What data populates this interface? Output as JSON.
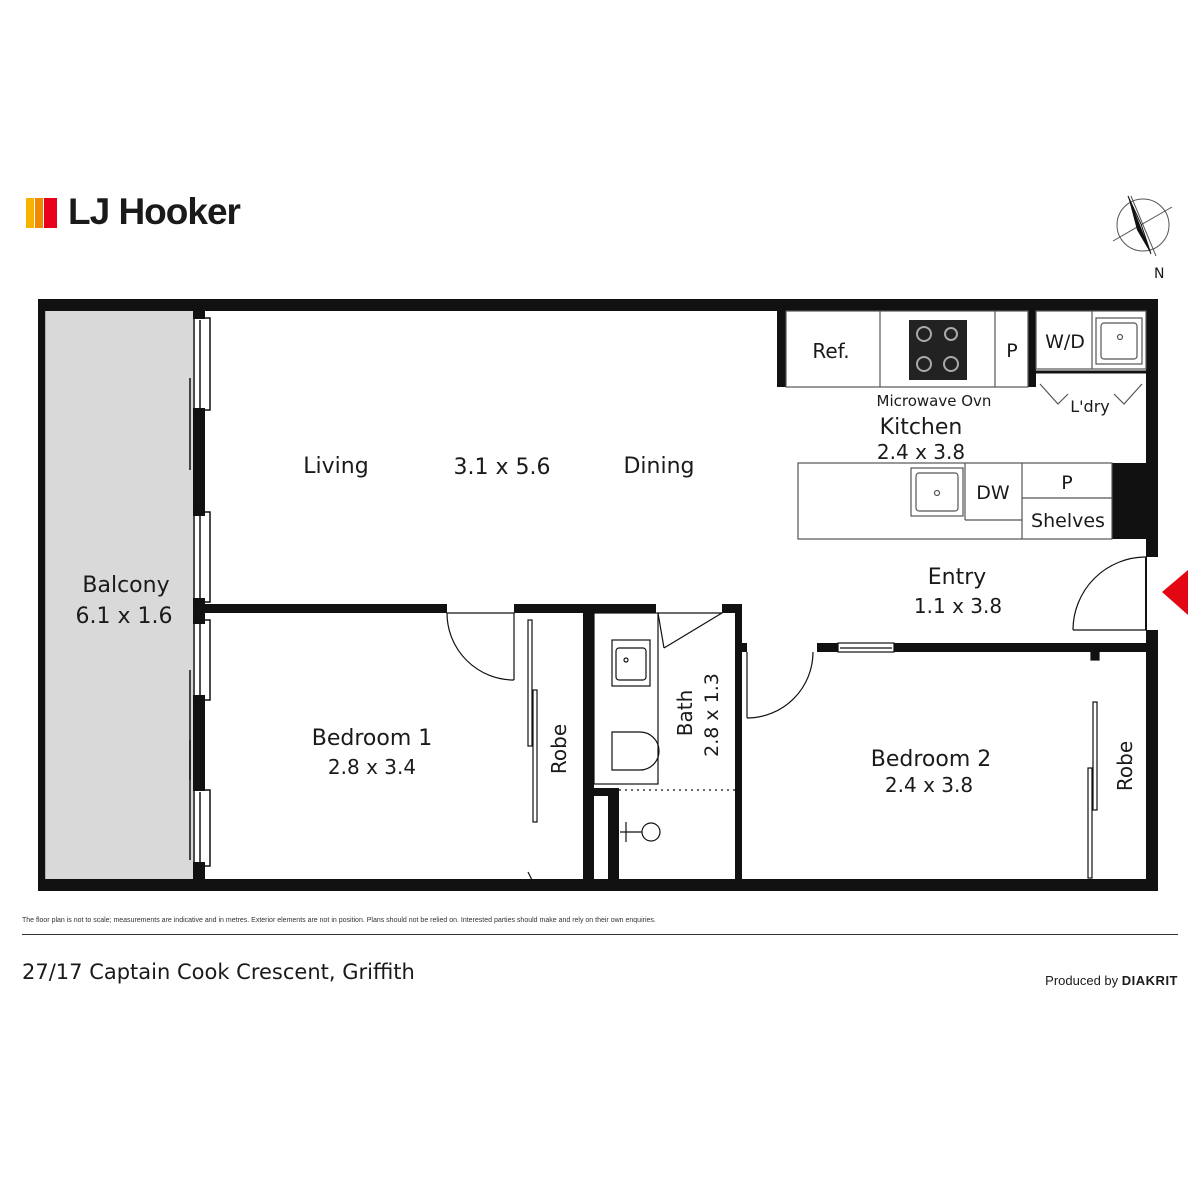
{
  "brand": {
    "name": "LJ Hooker",
    "stripe_colors": [
      "#f7b300",
      "#f08a00",
      "#e8001c"
    ]
  },
  "compass": {
    "label": "N"
  },
  "rooms": {
    "balcony": {
      "name": "Balcony",
      "dims": "6.1 x 1.6"
    },
    "living": {
      "name": "Living"
    },
    "living_dims": "3.1 x 5.6",
    "dining": {
      "name": "Dining"
    },
    "kitchen": {
      "name": "Kitchen",
      "dims": "2.4 x 3.8"
    },
    "entry": {
      "name": "Entry",
      "dims": "1.1 x 3.8"
    },
    "bedroom1": {
      "name": "Bedroom 1",
      "dims": "2.8 x 3.4"
    },
    "bedroom2": {
      "name": "Bedroom 2",
      "dims": "2.4 x 3.8"
    },
    "bath": {
      "name": "Bath",
      "dims": "2.8 x 1.3"
    },
    "robe1": "Robe",
    "robe2": "Robe",
    "laundry": "L'dry"
  },
  "fixtures": {
    "ref": "Ref.",
    "pantry_top": "P",
    "pantry_island": "P",
    "wd": "W/D",
    "microwave": "Microwave Ovn",
    "dw": "DW",
    "shelves": "Shelves"
  },
  "colors": {
    "wall": "#111111",
    "balcony_fill": "#d9d9d9",
    "entry_marker": "#e30613"
  },
  "footer": {
    "disclaimer": "The floor plan is not to scale; measurements are indicative and in metres. Exterior elements are not in position. Plans should not be relied on. Interested parties should make and rely on their own enquiries.",
    "address": "27/17 Captain Cook Crescent, Griffith",
    "produced_by": "Produced by",
    "producer": "DIAKRIT"
  }
}
